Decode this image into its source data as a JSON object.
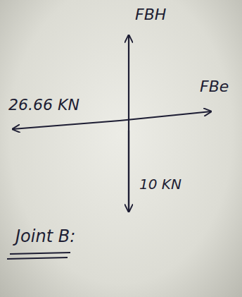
{
  "diagram": {
    "labels": [
      "FBH",
      "FBe",
      "26.66 KN",
      "10 KN",
      "Joint B:"
    ]
  }
}
